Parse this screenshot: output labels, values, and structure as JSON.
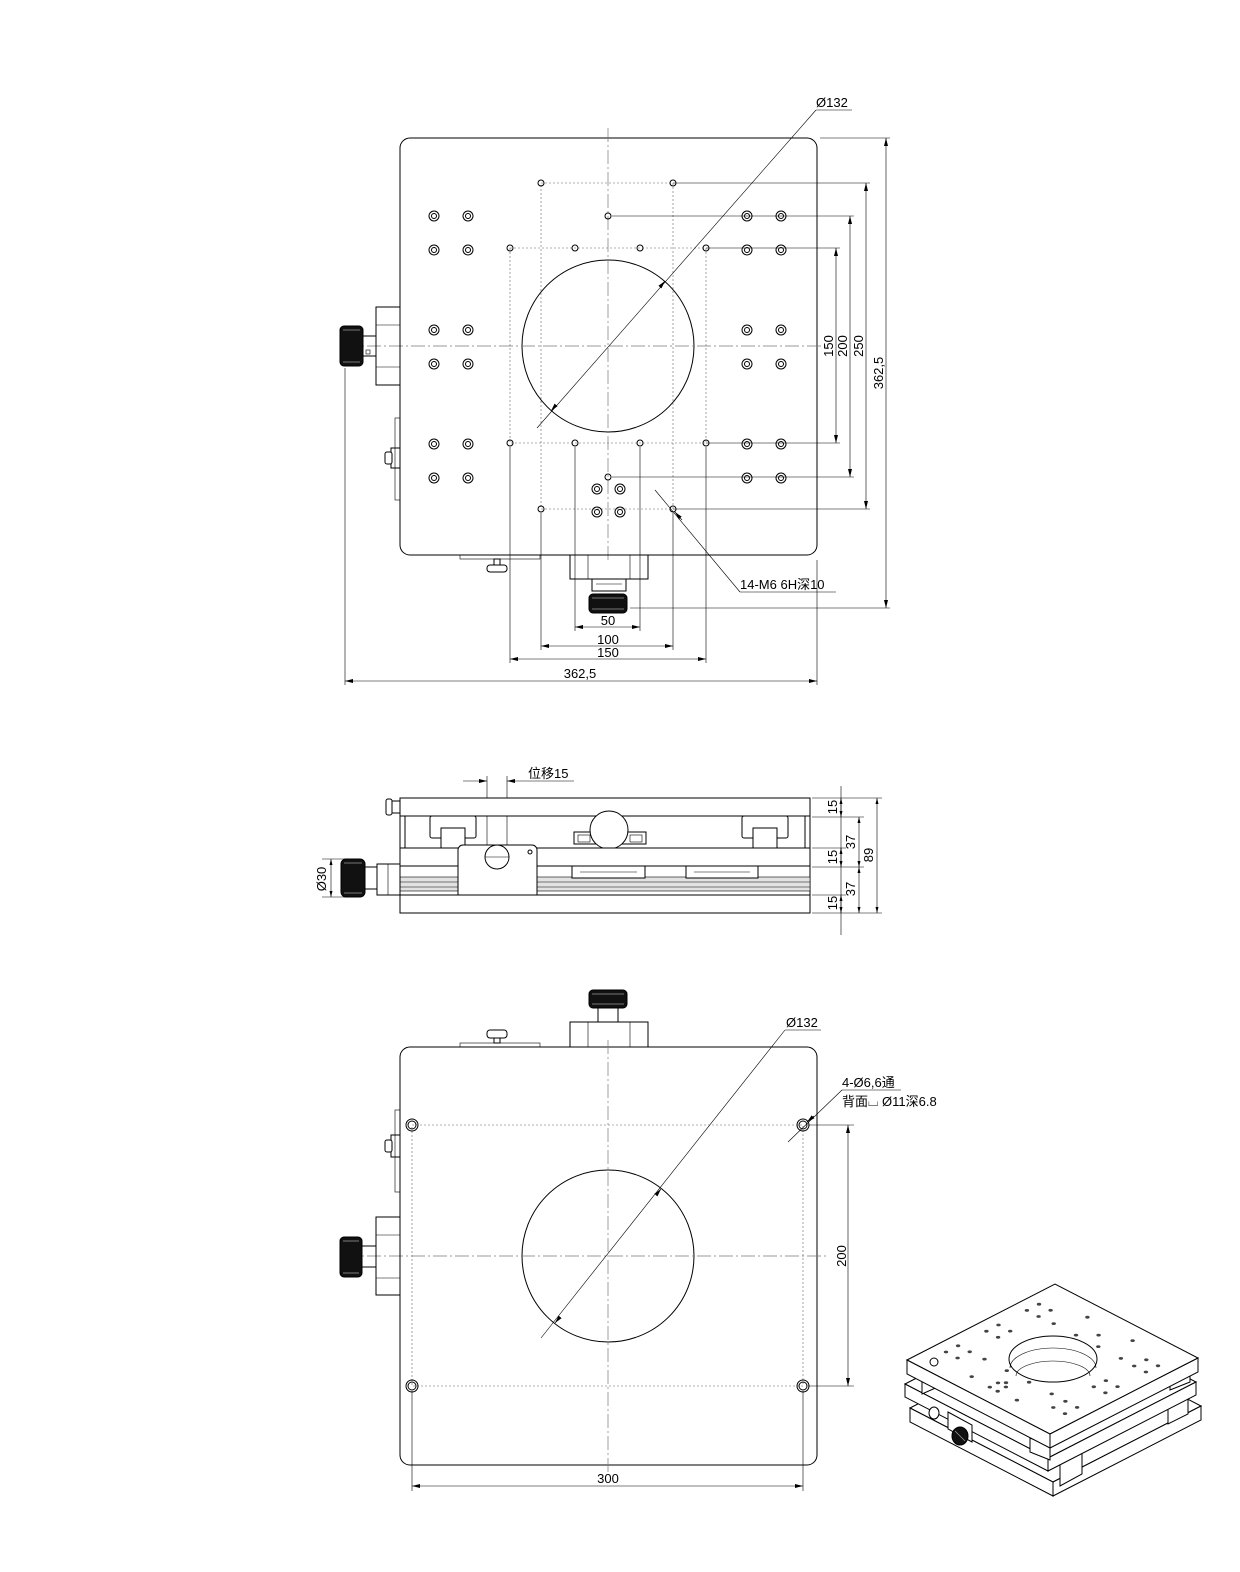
{
  "top_view": {
    "bore_diameter": "Ø132",
    "dim_150_v": "150",
    "dim_200_v": "200",
    "dim_250_v": "250",
    "dim_overall_v": "362,5",
    "thread_note": "14-M6 6H深10",
    "dim_50_h": "50",
    "dim_100_h": "100",
    "dim_150_h": "150",
    "dim_overall_h": "362,5"
  },
  "side_view": {
    "travel_note": "位移15",
    "knob_diameter": "Ø30",
    "dim_top_plate": "15",
    "dim_upper_stage": "37",
    "dim_middle_plate": "15",
    "dim_overall_height": "89",
    "dim_lower_stage": "37",
    "dim_bottom_plate": "15"
  },
  "bottom_view": {
    "bore_diameter": "Ø132",
    "hole_note": "4-Ø6,6通",
    "counterbore_note": "背面⌴ Ø11深6.8",
    "dim_200_v": "200",
    "dim_300_h": "300"
  }
}
